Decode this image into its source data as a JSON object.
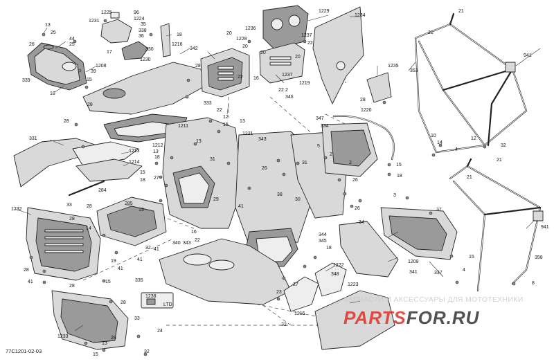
{
  "diagram": {
    "figure_code": "77C1201-02-03",
    "parts_label": "LTD",
    "part_refs": [
      {
        "id": "13",
        "label": "13"
      },
      {
        "id": "25a",
        "label": "25"
      },
      {
        "id": "44",
        "label": "44"
      },
      {
        "id": "25b",
        "label": "25"
      },
      {
        "id": "26",
        "label": "26"
      },
      {
        "id": "39",
        "label": "39"
      },
      {
        "id": "339",
        "label": "339"
      },
      {
        "id": "1208",
        "label": "1208"
      },
      {
        "id": "15a",
        "label": "15"
      },
      {
        "id": "18a",
        "label": "18"
      },
      {
        "id": "28a",
        "label": "28"
      },
      {
        "id": "1225",
        "label": "1225"
      },
      {
        "id": "96",
        "label": "96"
      },
      {
        "id": "1224",
        "label": "1224"
      },
      {
        "id": "1231",
        "label": "1231"
      },
      {
        "id": "35",
        "label": "35"
      },
      {
        "id": "338",
        "label": "338"
      },
      {
        "id": "36",
        "label": "36"
      },
      {
        "id": "330",
        "label": "330"
      },
      {
        "id": "1230",
        "label": "1230"
      },
      {
        "id": "17",
        "label": "17"
      },
      {
        "id": "18b",
        "label": "18"
      },
      {
        "id": "1216",
        "label": "1216"
      },
      {
        "id": "342",
        "label": "342"
      },
      {
        "id": "28b",
        "label": "28"
      },
      {
        "id": "20a",
        "label": "20"
      },
      {
        "id": "1228",
        "label": "1228"
      },
      {
        "id": "20b",
        "label": "20"
      },
      {
        "id": "1236",
        "label": "1236"
      },
      {
        "id": "1229",
        "label": "1229"
      },
      {
        "id": "1237a",
        "label": "1237"
      },
      {
        "id": "22a",
        "label": "22"
      },
      {
        "id": "1234",
        "label": "1234"
      },
      {
        "id": "1237b",
        "label": "1237"
      },
      {
        "id": "1219",
        "label": "1219"
      },
      {
        "id": "2a",
        "label": "2"
      },
      {
        "id": "346",
        "label": "346"
      },
      {
        "id": "16",
        "label": "16"
      },
      {
        "id": "22b",
        "label": "22"
      },
      {
        "id": "20c",
        "label": "20"
      },
      {
        "id": "20d",
        "label": "20"
      },
      {
        "id": "1235",
        "label": "1235"
      },
      {
        "id": "28c",
        "label": "28"
      },
      {
        "id": "1220",
        "label": "1220"
      },
      {
        "id": "333",
        "label": "333"
      },
      {
        "id": "22c",
        "label": "22"
      },
      {
        "id": "12a",
        "label": "12"
      },
      {
        "id": "15b",
        "label": "15"
      },
      {
        "id": "13b",
        "label": "13"
      },
      {
        "id": "1221",
        "label": "1221"
      },
      {
        "id": "343",
        "label": "343"
      },
      {
        "id": "347",
        "label": "347"
      },
      {
        "id": "334",
        "label": "334"
      },
      {
        "id": "5",
        "label": "5"
      },
      {
        "id": "2b",
        "label": "2"
      },
      {
        "id": "2c",
        "label": "2"
      },
      {
        "id": "15c",
        "label": "15"
      },
      {
        "id": "18c",
        "label": "18"
      },
      {
        "id": "1211",
        "label": "1211"
      },
      {
        "id": "1212",
        "label": "1212"
      },
      {
        "id": "28d",
        "label": "28"
      },
      {
        "id": "331",
        "label": "331"
      },
      {
        "id": "1213",
        "label": "1213"
      },
      {
        "id": "1214",
        "label": "1214"
      },
      {
        "id": "13c",
        "label": "13"
      },
      {
        "id": "18d",
        "label": "18"
      },
      {
        "id": "15d",
        "label": "15"
      },
      {
        "id": "18e",
        "label": "18"
      },
      {
        "id": "27",
        "label": "27"
      },
      {
        "id": "284",
        "label": "284"
      },
      {
        "id": "285",
        "label": "285"
      },
      {
        "id": "13d",
        "label": "13"
      },
      {
        "id": "28e",
        "label": "28"
      },
      {
        "id": "33a",
        "label": "33"
      },
      {
        "id": "1232",
        "label": "1232"
      },
      {
        "id": "28f",
        "label": "28"
      },
      {
        "id": "14",
        "label": "14"
      },
      {
        "id": "31a",
        "label": "31"
      },
      {
        "id": "26b",
        "label": "26"
      },
      {
        "id": "41a",
        "label": "41"
      },
      {
        "id": "29",
        "label": "29"
      },
      {
        "id": "13e",
        "label": "13"
      },
      {
        "id": "32a",
        "label": "32"
      },
      {
        "id": "340",
        "label": "340"
      },
      {
        "id": "343b",
        "label": "343"
      },
      {
        "id": "22d",
        "label": "22"
      },
      {
        "id": "16b",
        "label": "16"
      },
      {
        "id": "19",
        "label": "19"
      },
      {
        "id": "41b",
        "label": "41"
      },
      {
        "id": "41c",
        "label": "41"
      },
      {
        "id": "41d",
        "label": "41"
      },
      {
        "id": "41e",
        "label": "41"
      },
      {
        "id": "15e",
        "label": "15"
      },
      {
        "id": "335",
        "label": "335"
      },
      {
        "id": "28g",
        "label": "28"
      },
      {
        "id": "28h",
        "label": "28"
      },
      {
        "id": "344",
        "label": "344"
      },
      {
        "id": "345",
        "label": "345"
      },
      {
        "id": "18f",
        "label": "18"
      },
      {
        "id": "1222",
        "label": "1222"
      },
      {
        "id": "348",
        "label": "348"
      },
      {
        "id": "1223",
        "label": "1223"
      },
      {
        "id": "23",
        "label": "23"
      },
      {
        "id": "32b",
        "label": "32"
      },
      {
        "id": "1215",
        "label": "1215"
      },
      {
        "id": "27b",
        "label": "27"
      },
      {
        "id": "1238",
        "label": "1238"
      },
      {
        "id": "28i",
        "label": "28"
      },
      {
        "id": "33b",
        "label": "33"
      },
      {
        "id": "1233",
        "label": "1233"
      },
      {
        "id": "24",
        "label": "24"
      },
      {
        "id": "15f",
        "label": "15"
      },
      {
        "id": "13f",
        "label": "13"
      },
      {
        "id": "28j",
        "label": "28"
      },
      {
        "id": "32c",
        "label": "32"
      },
      {
        "id": "21a",
        "label": "21"
      },
      {
        "id": "21b",
        "label": "21"
      },
      {
        "id": "353",
        "label": "353"
      },
      {
        "id": "941a",
        "label": "941"
      },
      {
        "id": "10",
        "label": "10"
      },
      {
        "id": "14b",
        "label": "14"
      },
      {
        "id": "4a",
        "label": "4"
      },
      {
        "id": "12b",
        "label": "12"
      },
      {
        "id": "32d",
        "label": "32"
      },
      {
        "id": "21c",
        "label": "21"
      },
      {
        "id": "21d",
        "label": "21"
      },
      {
        "id": "941b",
        "label": "941"
      },
      {
        "id": "37",
        "label": "37"
      },
      {
        "id": "34",
        "label": "34"
      },
      {
        "id": "337",
        "label": "337"
      },
      {
        "id": "1209",
        "label": "1209"
      },
      {
        "id": "341",
        "label": "341"
      },
      {
        "id": "358",
        "label": "358"
      },
      {
        "id": "15g",
        "label": "15"
      },
      {
        "id": "4b",
        "label": "4"
      },
      {
        "id": "8",
        "label": "8"
      },
      {
        "id": "3",
        "label": "3"
      },
      {
        "id": "26c",
        "label": "26"
      },
      {
        "id": "38",
        "label": "38"
      },
      {
        "id": "30",
        "label": "30"
      },
      {
        "id": "31b",
        "label": "31"
      },
      {
        "id": "26d",
        "label": "26"
      },
      {
        "id": "22e",
        "label": "22"
      }
    ]
  },
  "watermark": {
    "tagline": "ЗАПЧАСТИ И АКСЕССУАРЫ ДЛЯ МОТОТЕХНИКИ",
    "brand_red": "PARTS",
    "brand_dark": "FOR.RU",
    "color_red": "#e0302a",
    "color_dark": "#333333"
  }
}
